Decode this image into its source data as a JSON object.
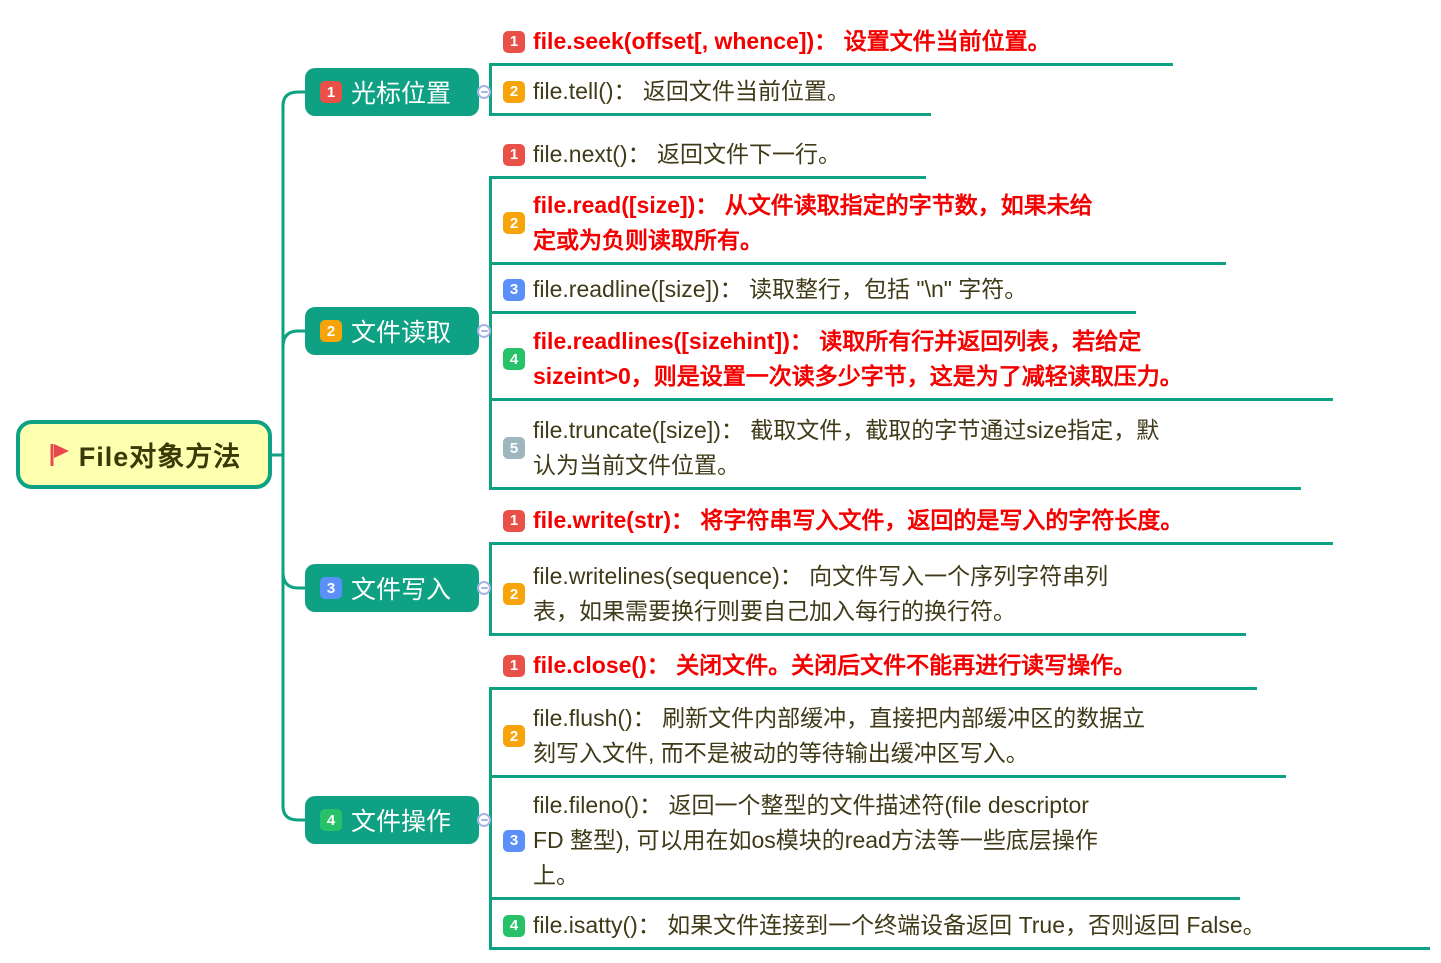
{
  "title": "File对象方法 mind map",
  "colors": {
    "accent_teal": "#0ea183",
    "root_fill": "#feffaf",
    "leaf_text": "#3f3a18",
    "emphasis_red": "#f40000",
    "badge_red": "#e85048",
    "badge_orange": "#f7a40a",
    "badge_blue": "#5b8ff9",
    "badge_green": "#26c169",
    "badge_gray": "#9eb6be",
    "toggle_outline": "#a9b4e2"
  },
  "icons": {
    "root_marker": "flag-icon",
    "branch_toggle": "minus-circle-icon"
  },
  "root": {
    "label": "File对象方法"
  },
  "branches": [
    {
      "num": "1",
      "label": "光标位置",
      "leaves": [
        {
          "num": "1",
          "emphasis": true,
          "text": "file.seek(offset[, whence])： 设置文件当前位置。"
        },
        {
          "num": "2",
          "emphasis": false,
          "text": "file.tell()： 返回文件当前位置。"
        }
      ]
    },
    {
      "num": "2",
      "label": "文件读取",
      "leaves": [
        {
          "num": "1",
          "emphasis": false,
          "text": "file.next()： 返回文件下一行。"
        },
        {
          "num": "2",
          "emphasis": true,
          "text": "file.read([size])： 从文件读取指定的字节数，如果未给\n定或为负则读取所有。"
        },
        {
          "num": "3",
          "emphasis": false,
          "text": "file.readline([size])： 读取整行，包括 \"\\n\" 字符。"
        },
        {
          "num": "4",
          "emphasis": true,
          "text": "file.readlines([sizehint])： 读取所有行并返回列表，若给定\nsizeint>0，则是设置一次读多少字节，这是为了减轻读取压力。"
        },
        {
          "num": "5",
          "emphasis": false,
          "text": "file.truncate([size])： 截取文件，截取的字节通过size指定，默\n认为当前文件位置。"
        }
      ]
    },
    {
      "num": "3",
      "label": "文件写入",
      "leaves": [
        {
          "num": "1",
          "emphasis": true,
          "text": "file.write(str)： 将字符串写入文件，返回的是写入的字符长度。"
        },
        {
          "num": "2",
          "emphasis": false,
          "text": "file.writelines(sequence)： 向文件写入一个序列字符串列\n表，如果需要换行则要自己加入每行的换行符。"
        }
      ]
    },
    {
      "num": "4",
      "label": "文件操作",
      "leaves": [
        {
          "num": "1",
          "emphasis": true,
          "text": "file.close()： 关闭文件。关闭后文件不能再进行读写操作。"
        },
        {
          "num": "2",
          "emphasis": false,
          "text": "file.flush()： 刷新文件内部缓冲，直接把内部缓冲区的数据立\n刻写入文件, 而不是被动的等待输出缓冲区写入。"
        },
        {
          "num": "3",
          "emphasis": false,
          "text": "file.fileno()： 返回一个整型的文件描述符(file descriptor\nFD 整型), 可以用在如os模块的read方法等一些底层操作\n上。"
        },
        {
          "num": "4",
          "emphasis": false,
          "text": "file.isatty()： 如果文件连接到一个终端设备返回 True，否则返回 False。"
        }
      ]
    }
  ]
}
